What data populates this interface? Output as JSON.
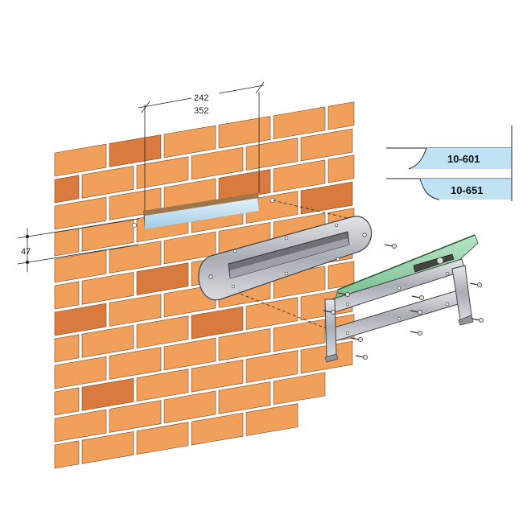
{
  "dimensions": {
    "width_inner": "242",
    "width_outer": "352",
    "slot_height": "47"
  },
  "product_codes": [
    {
      "code": "10-601"
    },
    {
      "code": "10-651"
    }
  ],
  "colors": {
    "brick_light": "#f0a05a",
    "brick_dark": "#d97a3e",
    "mortar": "#ffffff",
    "metal": "#b9bcc2",
    "flap_green": "#8fcfa6",
    "label_blue": "#bfe3f4",
    "slot_glass": "#cfe6f5"
  }
}
